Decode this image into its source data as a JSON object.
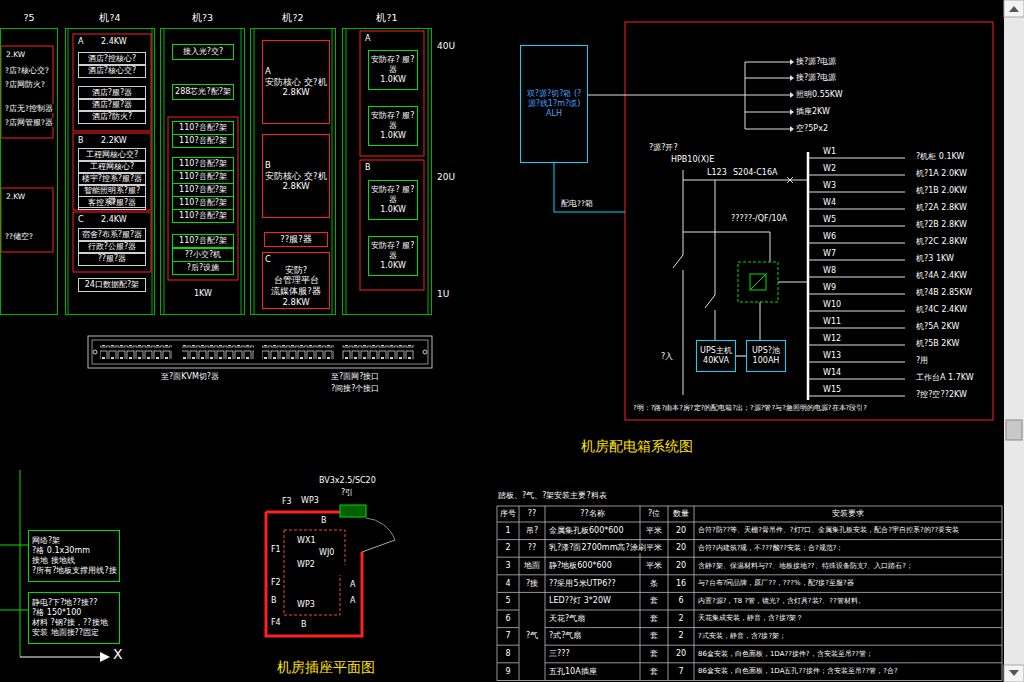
{
  "diagram": {
    "nodes": [
      {
        "text": [
          "?5"
        ]
      },
      {
        "text": [
          "机?4"
        ]
      },
      {
        "text": [
          "机?3"
        ]
      },
      {
        "text": [
          "机?2"
        ]
      },
      {
        "text": [
          "机?1"
        ]
      },
      {
        "text": [
          "酒店?控核心?"
        ],
        "in": 1
      },
      {
        "text": [
          "酒店?核心交?"
        ],
        "in": 1
      },
      {
        "text": [
          "酒店?服?器"
        ],
        "in": 1
      },
      {
        "text": [
          "酒店?服?器"
        ],
        "in": 1
      },
      {
        "text": [
          "酒店?防火?"
        ],
        "in": 1
      },
      {
        "text": [
          "工程网核心交?"
        ],
        "in": 1
      },
      {
        "text": [
          "工程网核心?"
        ],
        "in": 1
      },
      {
        "text": [
          "楼宇?控系?服?器"
        ],
        "in": 1
      },
      {
        "text": [
          "智能照明系?服?器"
        ],
        "in": 1
      },
      {
        "text": [
          "客控系?服?器"
        ],
        "in": 1
      },
      {
        "text": [
          "宿舍?布系?服?器"
        ],
        "in": 1
      },
      {
        "text": [
          "行政?公服?器"
        ],
        "in": 1
      },
      {
        "text": [
          "??服?器"
        ],
        "in": 1
      },
      {
        "text": [
          "24口数据配?架"
        ],
        "in": 1
      },
      {
        "text": [
          "接入光?交?"
        ],
        "in": 2
      },
      {
        "text": [
          "288芯光?配?架"
        ],
        "in": 2
      },
      {
        "text": [
          "110?音配?架"
        ],
        "in": 2
      },
      {
        "text": [
          "110?音配?架"
        ],
        "in": 2
      },
      {
        "text": [
          "110?音配?架"
        ],
        "in": 2
      },
      {
        "text": [
          "110?音配?架"
        ],
        "in": 2
      },
      {
        "text": [
          "110?音配?架"
        ],
        "in": 2
      },
      {
        "text": [
          "110?音配?架"
        ],
        "in": 2
      },
      {
        "text": [
          "110?音配?架"
        ],
        "in": 2
      },
      {
        "text": [
          "110?音配?架"
        ],
        "in": 2
      },
      {
        "text": [
          "??小交?机"
        ],
        "in": 2
      },
      {
        "text": [
          "?后?设施"
        ],
        "in": 2
      },
      {
        "text": [
          "A",
          "安防核心 交?机",
          "2.8KW"
        ],
        "in": 3
      },
      {
        "text": [
          "B",
          "安防核心 交?机",
          "2.8KW"
        ],
        "in": 3
      },
      {
        "text": [
          "??服?器"
        ],
        "in": 3
      },
      {
        "text": [
          "C",
          "安防?台管理平台",
          "流媒体服?器",
          "2.8KW"
        ],
        "in": 3
      },
      {
        "text": [
          "安防存? 服?器",
          "1.0KW"
        ],
        "in": 4
      },
      {
        "text": [
          "安防存? 服?器",
          "1.0KW"
        ],
        "in": 4
      },
      {
        "text": [
          "安防存? 服?器",
          "1.0KW"
        ],
        "in": 4
      },
      {
        "text": [
          "安防存? 服?器",
          "1.0KW"
        ],
        "in": 4
      },
      {
        "text": [
          "双?源?切?箱 (?源?线1?m?缆)",
          "ALH"
        ]
      },
      {
        "text": [
          "UPS主机 40KVA"
        ]
      },
      {
        "text": [
          "UPS?池 100AH"
        ]
      },
      {
        "text": [
          "网络?架",
          "?格 0.1x30mm",
          "接地 接地线",
          "?所有?地板支撑用线?接"
        ]
      },
      {
        "text": [
          "静电?下?地??接??",
          "?格 150*100",
          "材料 ?钢?接，??接地",
          "安装 地面接??固定"
        ]
      }
    ],
    "edges": [
      {
        "from": 40,
        "to": 41,
        "arrow": "none"
      }
    ],
    "labels": [
      "2.KW",
      "?店?核心交?",
      "?店网防火?",
      "?店无?控制器",
      "?店网管服?器",
      "2.KW",
      "??储空?",
      "A",
      "2.4KW",
      "B",
      "2.2KW",
      "C",
      "2.4KW",
      "1KW",
      "A",
      "B",
      "40U",
      "20U",
      "1U",
      "至?面KVM切?器",
      "至?面网?接口",
      "?间接?个接口",
      "接?源?电源",
      "接?源?电源",
      "照明0.55KW",
      "插座2KW",
      "空?5Px2",
      "配电??箱",
      "?源?开?",
      "HPB10(X)E",
      "L123",
      "S204-C16A",
      "?????-/QF/10A",
      "?入",
      "W1",
      "?机柜 0.1KW",
      "W2",
      "机?1A 2.0KW",
      "W3",
      "机?1B 2.0KW",
      "W4",
      "机?2A 2.8KW",
      "W5",
      "机?2B 2.8KW",
      "W6",
      "机?2C 2.8KW",
      "W7",
      "机?3 1KW",
      "W8",
      "机?4A 2.4KW",
      "W9",
      "机?4B 2.85KW",
      "W10",
      "机?4C 2.4KW",
      "W11",
      "机?5A 2KW",
      "W12",
      "机?5B 2KW",
      "W13",
      "?用",
      "W14",
      "工作台A 1.7KW",
      "W15",
      "?控?空??2KW",
      "?明：?路?由本?房?定?的配电箱?出；?源?管?与?急照明的电源?在本?段引?",
      "机房配电箱系统图",
      "BV3x2.5/SC20",
      "?引",
      "F3",
      "WP3",
      "B",
      "WX1",
      "F1",
      "WJ0",
      "WP2",
      "F2",
      "A",
      "A",
      "B",
      "WP3",
      "F4",
      "B",
      "机房插座平面图",
      "X",
      "踏板、?气、?架安装主要?料表",
      "序号",
      "??",
      "??名称",
      "?位",
      "数量",
      "安装要求",
      "1",
      "吊?",
      "金属集孔板600*600",
      "平米",
      "20",
      "合符?防??等、天棚?骨吊件、?灯?口、金属集孔板安装，配合?宇自控系?的??要安装",
      "2",
      "??",
      "乳?漆?面2700mm高?涂刷",
      "平米",
      "20",
      "合符?内建筑?规，不???酸??安装；合?规范?；",
      "3",
      "地面",
      "静?地板600*600",
      "平米",
      "20",
      "含静?架、保温材料与??、地板接地??、特殊设备防支?、入口踏石?；",
      "4",
      "?接",
      "??采用5米UTP6??",
      "条",
      "16",
      "与?台布?同品牌，原厂??，???%，配?接?至服?器",
      "5",
      "?气",
      "LED??灯 3*20W",
      "套",
      "6",
      "内置?源?，T8 ?管，镜光?，含灯具?装?、??管材料。",
      "6",
      "天花?气扇",
      "套",
      "2",
      "天花集成安装，静音，含?接?架？",
      "7",
      "?式?气扇",
      "套",
      "2",
      "?式安装，静音，含?接?架；",
      "8",
      "三???",
      "套",
      "20",
      "86盒安装，白色面板，1DA??接件?，含安装至吊??管；",
      "9",
      "五孔10A插座",
      "套",
      "7",
      "86盒安装，白色面板，1DA五孔??接件；含安装至吊??管，?合?"
    ]
  }
}
